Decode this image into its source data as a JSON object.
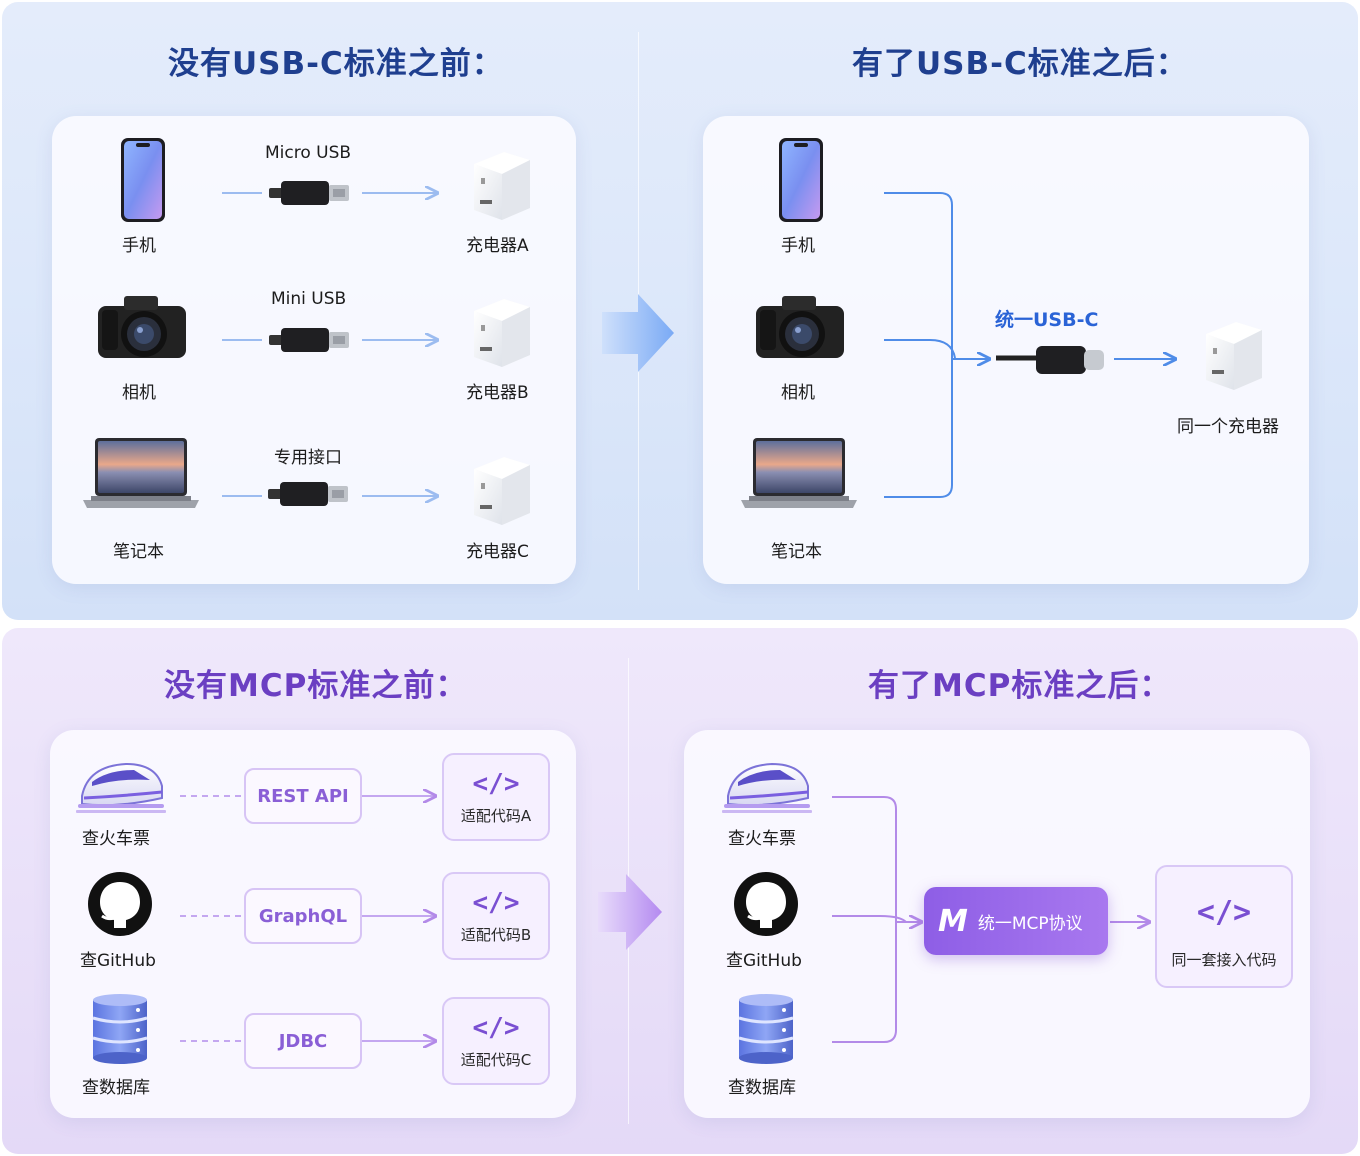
{
  "usb": {
    "before_title": "没有USB-C标准之前：",
    "after_title": "有了USB-C标准之后：",
    "devices": [
      "手机",
      "相机",
      "笔记本"
    ],
    "cables": [
      "Micro USB",
      "Mini USB",
      "专用接口"
    ],
    "chargers": [
      "充电器A",
      "充电器B",
      "充电器C"
    ],
    "unified_label": "统一USB-C",
    "unified_charger": "同一个充电器"
  },
  "mcp": {
    "before_title": "没有MCP标准之前：",
    "after_title": "有了MCP标准之后：",
    "sources": [
      "查火车票",
      "查GitHub",
      "查数据库"
    ],
    "apis": [
      "REST API",
      "GraphQL",
      "JDBC"
    ],
    "adapters": [
      "适配代码A",
      "适配代码B",
      "适配代码C"
    ],
    "code_glyph": "</>",
    "protocol_mark": "M",
    "protocol_label": "统一MCP协议",
    "unified_adapter": "同一套接入代码"
  },
  "colors": {
    "usb_title": "#1f3f8f",
    "usb_accent": "#2a63d6",
    "usb_line": "#9cbcf0",
    "mcp_title": "#6b3fc2",
    "mcp_accent": "#9b6ae8",
    "mcp_line": "#c4a7f0"
  },
  "icons": {
    "device_icons": [
      "smartphone-icon",
      "camera-icon",
      "laptop-icon"
    ],
    "source_icons": [
      "train-icon",
      "github-icon",
      "database-icon"
    ],
    "charger_icon": "charger-cube-icon",
    "cable_icon": "usb-plug-icon"
  }
}
